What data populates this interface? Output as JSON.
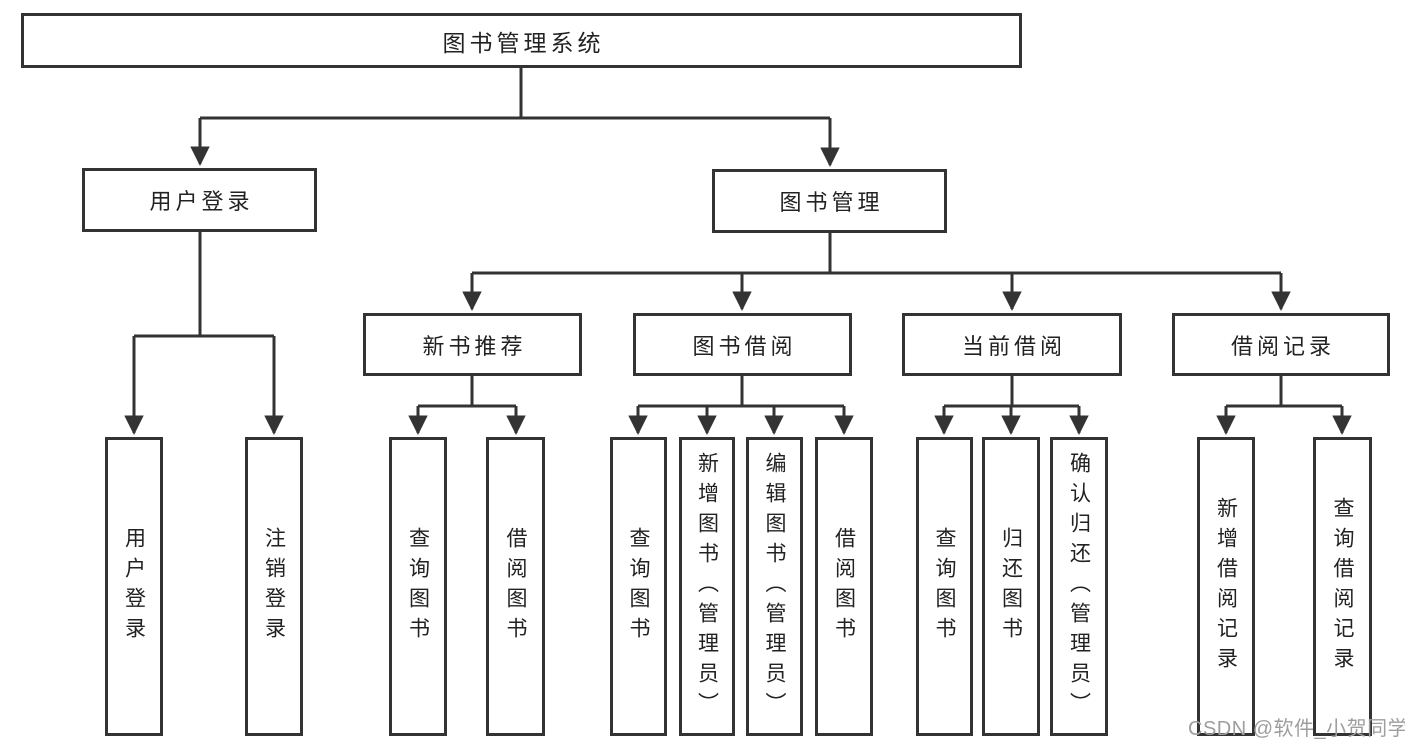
{
  "tree": {
    "root": {
      "label": "图书管理系统"
    },
    "user_login": {
      "label": "用户登录",
      "children": [
        "用户登录",
        "注销登录"
      ]
    },
    "book_management": {
      "label": "图书管理",
      "modules": [
        {
          "label": "新书推荐",
          "children": [
            "查询图书",
            "借阅图书"
          ]
        },
        {
          "label": "图书借阅",
          "children": [
            "查询图书",
            "新增图书（管理员）",
            "编辑图书（管理员）",
            "借阅图书"
          ]
        },
        {
          "label": "当前借阅",
          "children": [
            "查询图书",
            "归还图书",
            "确认归还（管理员）"
          ]
        },
        {
          "label": "借阅记录",
          "children": [
            "新增借阅记录",
            "查询借阅记录"
          ]
        }
      ]
    }
  },
  "watermark": "CSDN @软件_小贺同学",
  "colors": {
    "line": "#333333",
    "text": "#222222",
    "box_background": "#ffffff",
    "watermark": "#9e9e9e"
  }
}
